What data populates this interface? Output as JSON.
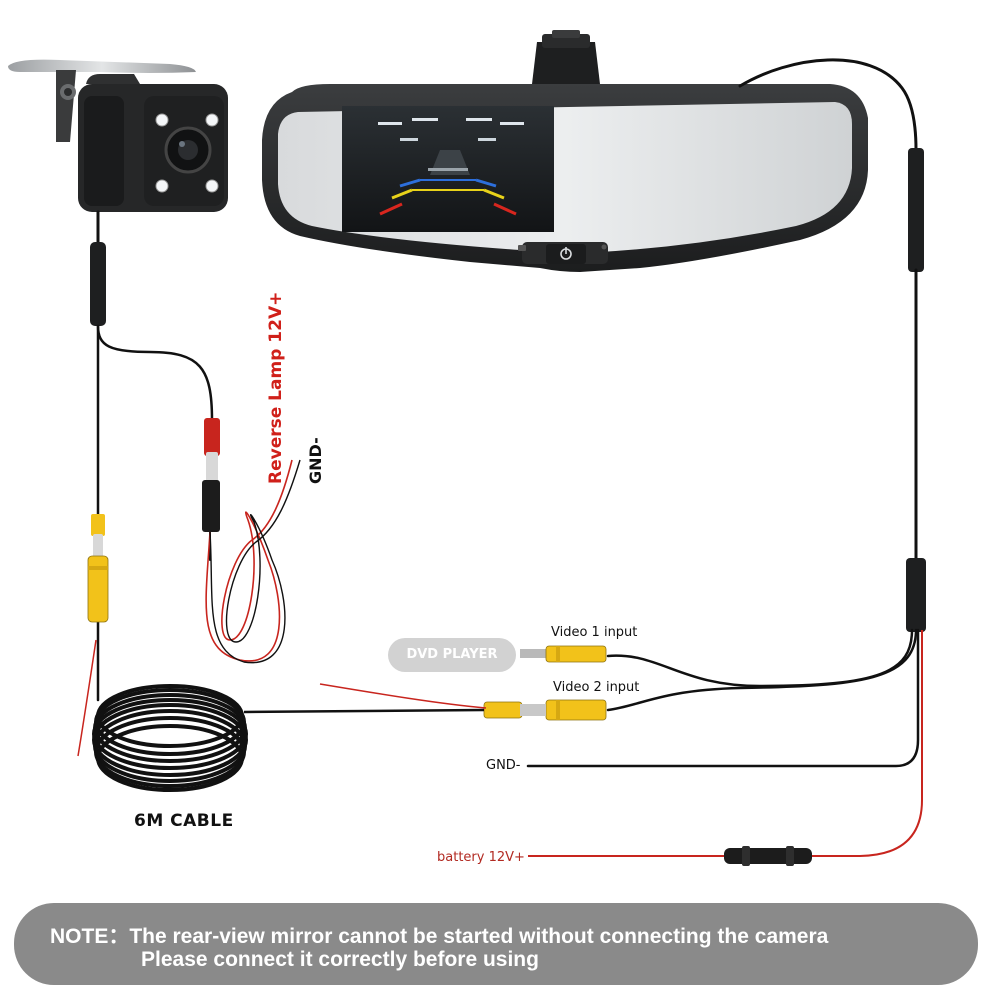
{
  "labels": {
    "video1": "Video 1 input",
    "video2": "Video 2 input",
    "dvd_player": "DVD PLAYER",
    "reverse_lamp": "Reverse Lamp 12V+",
    "gnd_camera": "GND-",
    "gnd_main": "GND-",
    "battery": "battery 12V+",
    "cable": "6M CABLE"
  },
  "note": {
    "line1": "NOTE：The rear-view mirror cannot be started without connecting the camera",
    "line2": "Please connect it correctly before using"
  },
  "icons": {
    "power": "power-icon"
  },
  "colors": {
    "wire": "#111111",
    "red_wire": "#c8251e",
    "rca_yellow": "#f2c21a",
    "rca_red": "#c8251e",
    "reverse_label": "#d0201a",
    "battery_label": "#b22a22",
    "banner": "#8a8a8a",
    "pill": "#d2d2d2"
  }
}
